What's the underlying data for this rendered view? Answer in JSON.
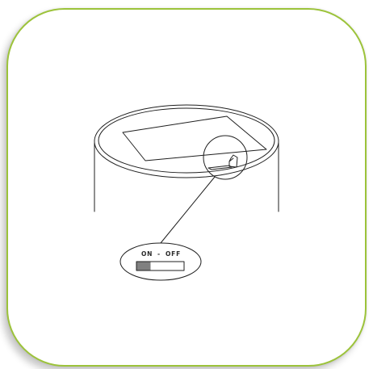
{
  "switch_label": {
    "on": "ON",
    "separator": "-",
    "off": "OFF"
  },
  "switch_state": "ON",
  "colors": {
    "card_border": "#9cc33a",
    "line": "#1f1f1f",
    "switch_fill": "#808080"
  },
  "icons": {
    "device": "cylindrical-device-icon",
    "battery_slot": "battery-compartment-icon",
    "switch": "on-off-switch-icon"
  }
}
